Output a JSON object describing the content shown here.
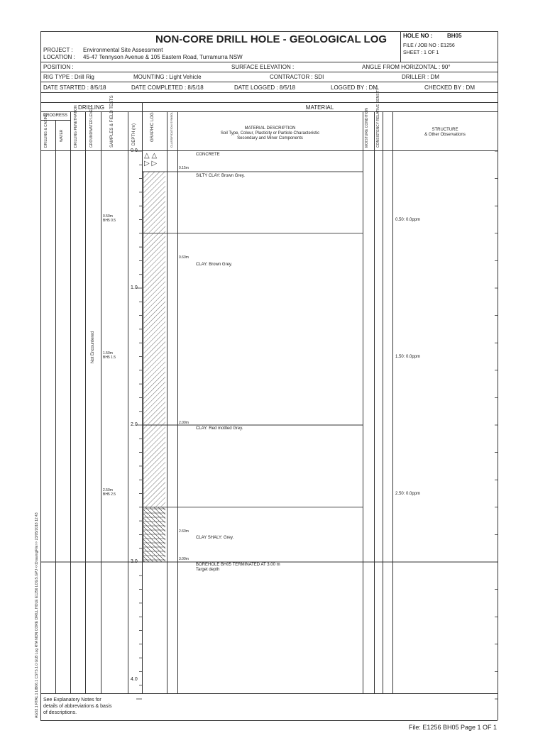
{
  "header": {
    "title": "NON-CORE DRILL HOLE - GEOLOGICAL LOG",
    "hole_no_label": "HOLE NO :",
    "hole_no": "BH05",
    "file_job": "FILE / JOB NO : E1256",
    "sheet": "SHEET : 1 OF 1",
    "project_label": "PROJECT :",
    "project": "Environmental Site Assessment",
    "location_label": "LOCATION :",
    "location": "45-47 Tennyson Avenue & 105 Eastern Road, Turramurra NSW"
  },
  "info": {
    "position": "POSITION :",
    "surface_elevation": "SURFACE ELEVATION :",
    "angle": "ANGLE FROM HORIZONTAL : 90°",
    "rig_type": "RIG TYPE : Drill Rig",
    "mounting": "MOUNTING : Light Vehicle",
    "contractor": "CONTRACTOR : SDI",
    "driller": "DRILLER : DM",
    "date_started": "DATE STARTED : 8/5/18",
    "date_completed": "DATE COMPLETED : 8/5/18",
    "date_logged": "DATE LOGGED : 8/5/18",
    "logged_by": "LOGGED BY : DM",
    "checked_by": "CHECKED BY : DM"
  },
  "columns": {
    "drilling": "DRILLING",
    "material": "MATERIAL",
    "progress": "PROGRESS",
    "drilling_casing": "DRILLING & CASING",
    "water": "WATER",
    "drilling_penetration": "DRILLING PENETRATION",
    "groundwater_levels": "GROUNDWATER LEVELS",
    "samples_tests": "SAMPLES & FIELD TESTS",
    "depth": "DEPTH (m)",
    "graphic_log": "GRAPHIC LOG",
    "classification_symbol": "CLASSIFICATION SYMBOL",
    "material_description_1": "MATERIAL DESCRIPTION",
    "material_description_2": "Soil Type, Colour, Plasticity or Particle Characteristic",
    "material_description_3": "Secondary and Minor Components",
    "moisture": "MOISTURE CONDITION",
    "consistency": "CONSISTENCY RELATIVE DENSITY",
    "structure_1": "STRUCTURE",
    "structure_2": "& Other Observations"
  },
  "depth_axis": {
    "ticks": [
      "0.0",
      "1.0",
      "2.0",
      "3.0",
      "4.0"
    ]
  },
  "groundwater": "Not Encountered",
  "samples": [
    {
      "depth": "0.50m",
      "id": "BH5 0.5"
    },
    {
      "depth": "1.50m",
      "id": "BH5 1.5"
    },
    {
      "depth": "2.50m",
      "id": "BH5 2.5"
    }
  ],
  "layers": [
    {
      "top_label": "",
      "description": "CONCRETE",
      "note": ""
    },
    {
      "top_label": "0.15m",
      "description": "SILTY CLAY: Brown Grey.",
      "note": ""
    },
    {
      "top_label": "0.60m",
      "description": "CLAY: Brown Grey.",
      "note": ""
    },
    {
      "top_label": "2.00m",
      "description": "CLAY: Red mottled Grey.",
      "note": ""
    },
    {
      "top_label": "2.60m",
      "description": "CLAY SHALY: Grey.",
      "note": ""
    },
    {
      "top_label": "3.00m",
      "description": "BOREHOLE BH05 TERMINATED AT 3.00 m",
      "note": "Target depth"
    }
  ],
  "structure_notes": [
    "0.50: 0.0ppm",
    "1.50: 0.0ppm",
    "2.50: 0.0ppm"
  ],
  "footer": {
    "notes": "See Explanatory Notes for details of abbreviations & basis of descriptions.",
    "file": "File: E1256 BH05 Page 1 OF 1",
    "side_text": "AGS3.1 RTA1.1 LIB06.1 CSTS.1.0.GLB Log RTA NON CORE DRILL HOLE E1256 LOGS.GPJ <<DrawingFile>> 23/05/2018 12:43"
  }
}
